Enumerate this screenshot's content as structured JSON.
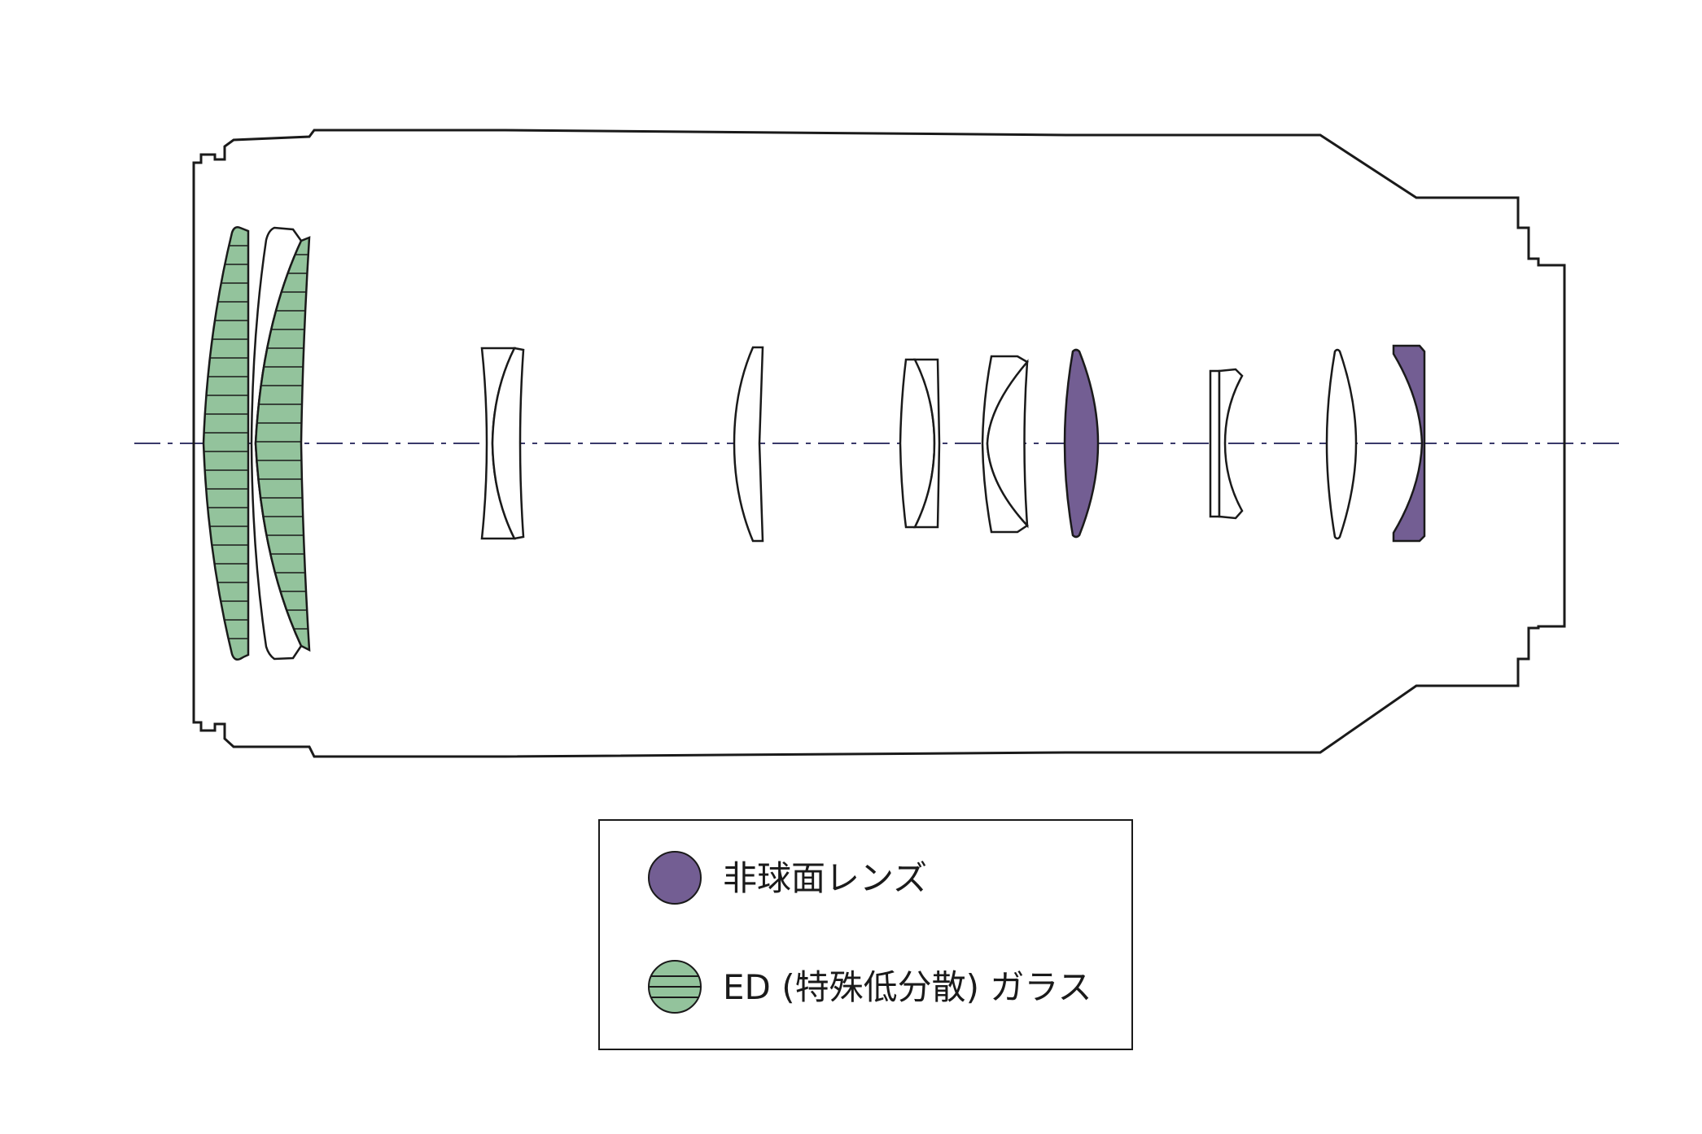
{
  "colors": {
    "aspherical": "#735e93",
    "ed_glass": "#93c39c",
    "outline": "#1a1a1a",
    "optical_axis": "#3a3a6a",
    "background": "#ffffff"
  },
  "legend": {
    "items": [
      {
        "swatch": "aspherical",
        "label": "非球面レンズ"
      },
      {
        "swatch": "ed_glass",
        "label": "ED (特殊低分散) ガラス"
      }
    ]
  }
}
